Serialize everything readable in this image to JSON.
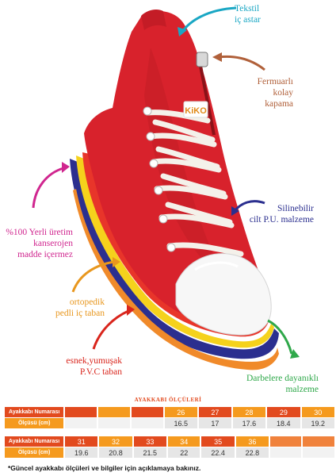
{
  "annotations": {
    "lining": "Tekstil\niç astar",
    "zipper": "Fermuarlı\nkolay\nkapama",
    "material": "Silinebilir\ncilt P.U. malzeme",
    "carcinogen": "%100 Yerli üretim\nkanserojen\nmadde içermez",
    "insole": "ortopedik\npedli iç taban",
    "sole": "esnek,yumuşak\nP.V.C taban",
    "impact": "Darbelere dayanıklı\nmalzeme"
  },
  "brand_label": "KiKO",
  "colors": {
    "teal": "#1aa7c4",
    "brown": "#b0603a",
    "navy": "#2b2f8f",
    "magenta": "#d0268f",
    "orange": "#e8971e",
    "red": "#d9251c",
    "green": "#2fa84a",
    "shoe_red": "#d8222c"
  },
  "size_table": {
    "title": "AYAKKABI ÖLÇÜLERİ",
    "row_label_size": "Ayakkabı Numarası",
    "row_label_length": "Ölçüsü (cm)",
    "block1": {
      "sizes": [
        "",
        "",
        "",
        "26",
        "27",
        "28",
        "29",
        "30"
      ],
      "lengths": [
        "",
        "",
        "",
        "16.5",
        "17",
        "17.6",
        "18.4",
        "19.2"
      ]
    },
    "block2": {
      "sizes": [
        "31",
        "32",
        "33",
        "34",
        "35",
        "36",
        "",
        ""
      ],
      "lengths": [
        "19.6",
        "20.8",
        "21.5",
        "22",
        "22.4",
        "22.8",
        "",
        ""
      ]
    }
  },
  "footnote": "*Güncel ayakkabı ölçüleri ve bilgiler için açıklamaya bakınız."
}
